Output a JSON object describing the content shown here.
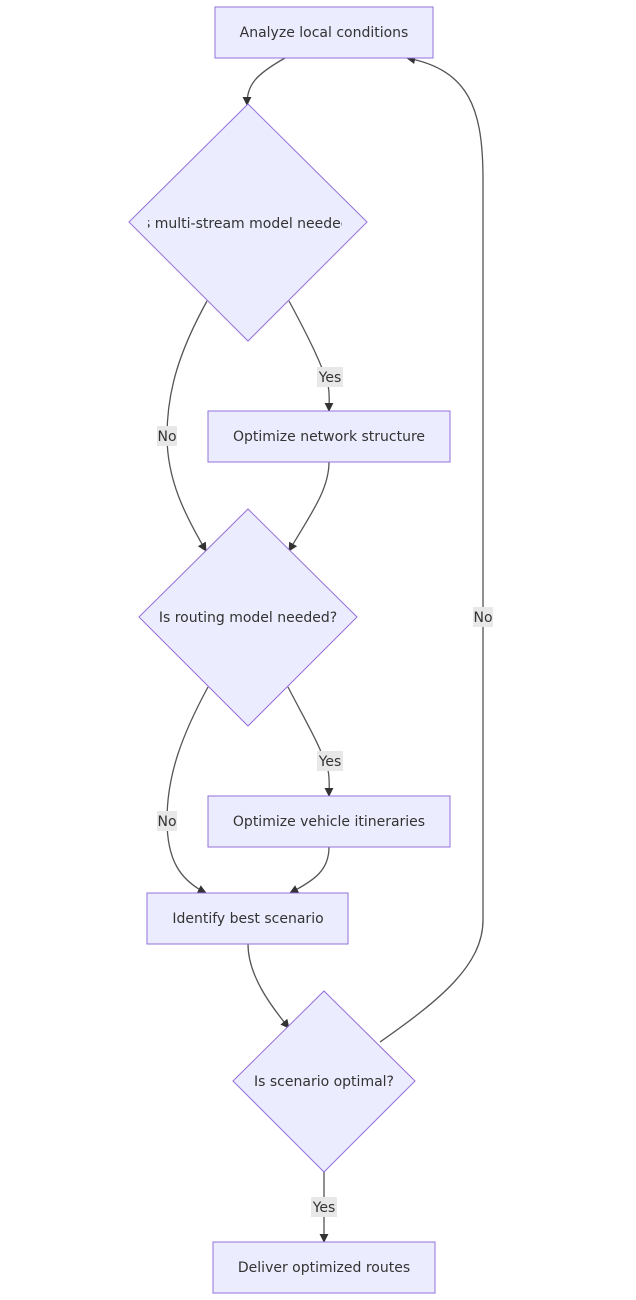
{
  "nodes": {
    "analyze": "Analyze local conditions",
    "multi_stream_q": "Is multi-stream model needed?",
    "optimize_network": "Optimize network structure",
    "routing_q": "Is routing model needed?",
    "optimize_vehicle": "Optimize vehicle itineraries",
    "identify_best": "Identify best scenario",
    "optimal_q": "Is scenario optimal?",
    "deliver": "Deliver optimized routes"
  },
  "edges": {
    "multi_yes": "Yes",
    "multi_no": "No",
    "routing_yes": "Yes",
    "routing_no": "No",
    "optimal_yes": "Yes",
    "optimal_no": "No"
  },
  "colors": {
    "node_fill": "#ECECFF",
    "node_stroke": "#9370DB",
    "edge": "#555555",
    "edge_label_bg": "#E8E8E8",
    "text": "#333333"
  }
}
